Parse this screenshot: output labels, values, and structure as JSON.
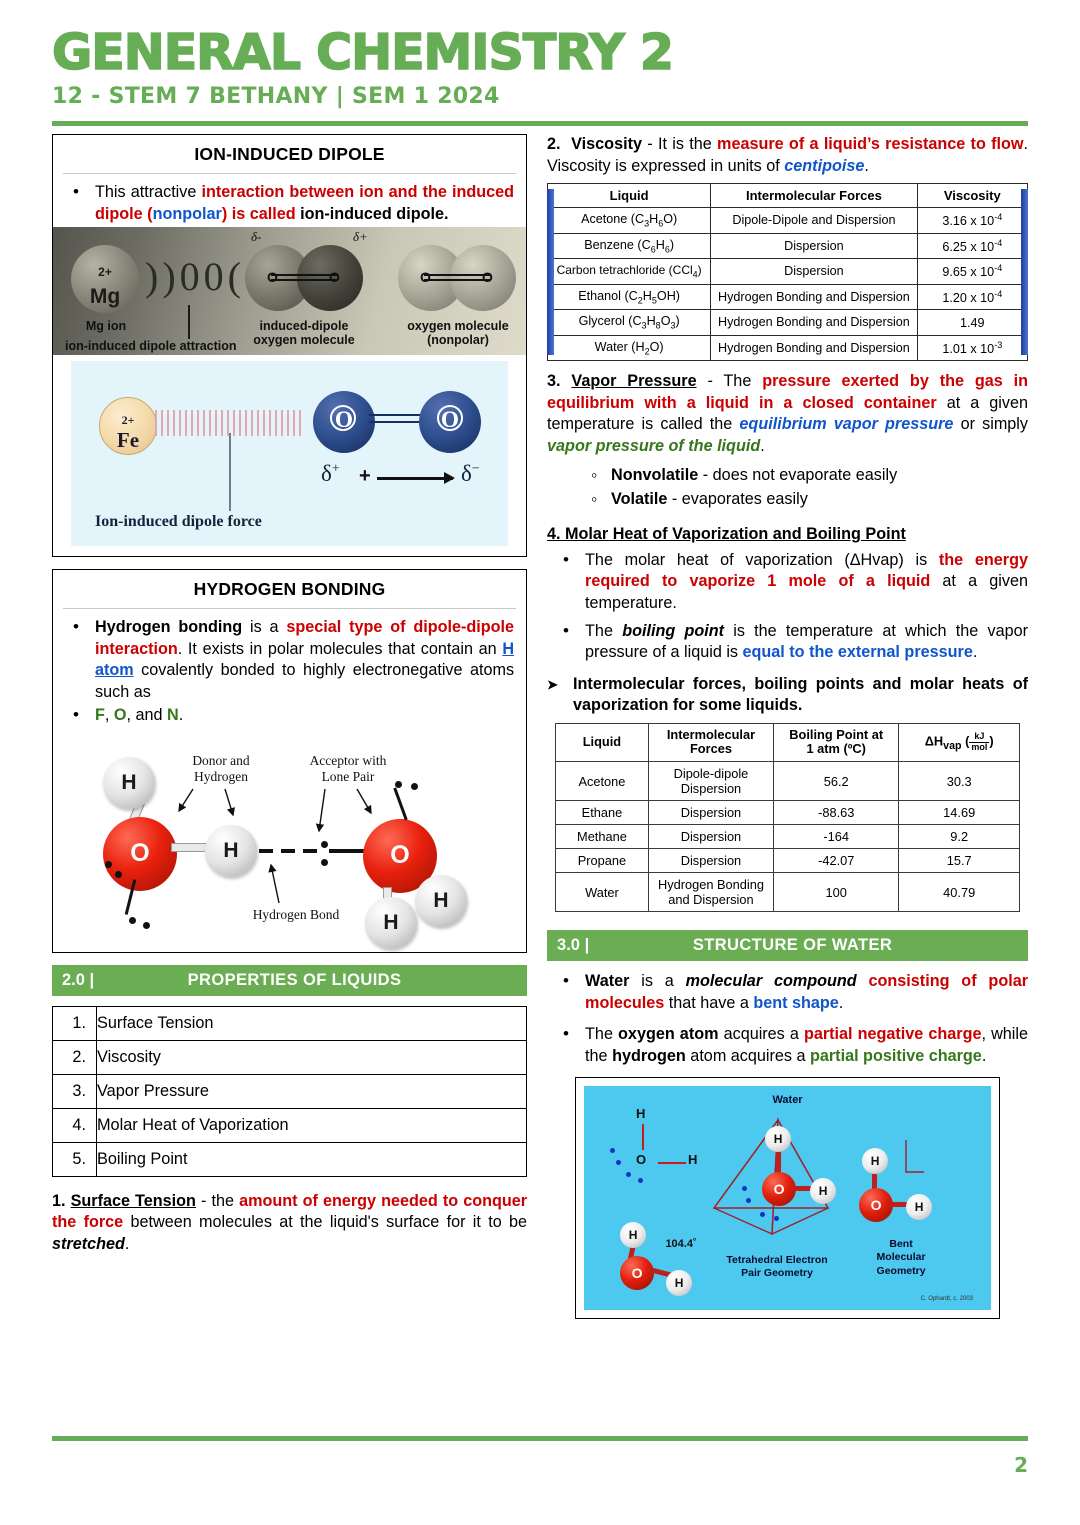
{
  "header": {
    "title": "GENERAL CHEMISTRY 2",
    "subtitle": "12 - STEM 7 BETHANY  |  SEM 1 2024",
    "accent_color": "#66AD55"
  },
  "left_column": {
    "ion_box": {
      "title": "ION-INDUCED DIPOLE",
      "bullet_parts": {
        "p1": "This attractive ",
        "p2": "interaction between ion and the induced dipole",
        "p3": " (",
        "p4": "nonpolar",
        "p5": ") is called ",
        "p6": "ion-induced dipole."
      },
      "figure_photo": {
        "ion_label": "Mg",
        "ion_charge": "2+",
        "ion_caption": "Mg ion",
        "delta_minus": "δ-",
        "delta_plus": "δ+",
        "induced_caption": "induced-dipole\noxygen molecule",
        "induced_caption_l1": "induced-dipole",
        "induced_caption_l2": "oxygen molecule",
        "nonpolar_caption_l1": "oxygen molecule",
        "nonpolar_caption_l2": "(nonpolar)",
        "attraction_caption": "ion-induced dipole attraction",
        "atom_symbol": "O"
      },
      "figure_fe": {
        "ion_label": "Fe",
        "ion_charge": "2+",
        "caption": "Ion-induced dipole force",
        "delta_plus": "δ",
        "delta_plus_sup": "+",
        "delta_minus": "δ",
        "delta_minus_sup": "−",
        "plus_sign": "+"
      }
    },
    "hbond_box": {
      "title": "HYDROGEN BONDING",
      "b1": {
        "p1": "Hydrogen bonding",
        "p2": " is a ",
        "p3": "special type of dipole-dipole interaction",
        "p4": ". It exists in polar molecules that contain an ",
        "p5": "H atom",
        "p6": " covalently bonded to highly electronegative atoms such as"
      },
      "b2": {
        "f": "F",
        "c1": ", ",
        "o": "O",
        "c2": ", and ",
        "n": "N",
        "c3": "."
      },
      "figure": {
        "donor_l1": "Donor and",
        "donor_l2": "Hydrogen",
        "acceptor_l1": "Acceptor with",
        "acceptor_l2": "Lone Pair",
        "hbond_label": "Hydrogen Bond",
        "O": "O",
        "H": "H"
      }
    },
    "section_2": {
      "number": "2.0 |",
      "name": "PROPERTIES OF LIQUIDS"
    },
    "properties": [
      {
        "n": "1.",
        "label": "Surface Tension"
      },
      {
        "n": "2.",
        "label": "Viscosity"
      },
      {
        "n": "3.",
        "label": "Vapor Pressure"
      },
      {
        "n": "4.",
        "label": "Molar Heat of Vaporization"
      },
      {
        "n": "5.",
        "label": "Boiling Point"
      }
    ],
    "surface_tension": {
      "num": "1. ",
      "term": "Surface Tension",
      "p1": " - the ",
      "p2": "amount of energy needed to conquer the force",
      "p3": " between molecules at the liquid's surface for it to be ",
      "p4": "stretched",
      "p5": "."
    }
  },
  "right_column": {
    "viscosity": {
      "num": "2.",
      "term": "Viscosity",
      "p1": " - It is the ",
      "p2": "measure of a liquid’s resistance to flow",
      "p3": ". Viscosity is expressed in units of ",
      "p4": "centipoise",
      "p5": "."
    },
    "viscosity_table": {
      "headers": [
        "Liquid",
        "Intermolecular Forces",
        "Viscosity"
      ],
      "rows": [
        {
          "liquid": "Acetone (C",
          "liquid_full": "Acetone (C3H6O)",
          "forces": "Dipole-Dipole and Dispersion",
          "viscosity_m": "3.16 x 10",
          "viscosity_e": "-4"
        },
        {
          "liquid_full": "Benzene (C6H6)",
          "forces": "Dispersion",
          "viscosity_m": "6.25 x 10",
          "viscosity_e": "-4"
        },
        {
          "liquid_full": "Carbon tetrachloride (CCl4)",
          "forces": "Dispersion",
          "viscosity_m": "9.65 x 10",
          "viscosity_e": "-4"
        },
        {
          "liquid_full": "Ethanol (C2H5OH)",
          "forces": "Hydrogen Bonding and Dispersion",
          "viscosity_m": "1.20 x 10",
          "viscosity_e": "-4"
        },
        {
          "liquid_full": "Glycerol (C3H8O3)",
          "forces": "Hydrogen Bonding and Dispersion",
          "viscosity_m": "1.49",
          "viscosity_e": ""
        },
        {
          "liquid_full": "Water (H2O)",
          "forces": "Hydrogen Bonding and Dispersion",
          "viscosity_m": "1.01 x 10",
          "viscosity_e": "-3"
        }
      ]
    },
    "vapor_pressure": {
      "num": "3. ",
      "term": "Vapor Pressure",
      "p1": " - The ",
      "p2": "pressure exerted by the gas in equilibrium with a liquid in a closed container",
      "p3": " at a given temperature is called the ",
      "p4": "equilibrium vapor pressure",
      "p5": " or simply ",
      "p6": "vapor pressure of the liquid",
      "p7": ".",
      "sub": [
        {
          "term": "Nonvolatile",
          "rest": " - does not evaporate easily"
        },
        {
          "term": "Volatile",
          "rest": " - evaporates easily"
        }
      ]
    },
    "section_4": {
      "heading": "4. Molar Heat of Vaporization and Boiling Point",
      "b1": {
        "p1": "The molar heat of vaporization  (ΔHvap) is ",
        "p2": "the energy required  to vaporize 1 mole of a liquid",
        "p3": " at a given temperature."
      },
      "b2": {
        "p1": "The ",
        "p2": "boiling point",
        "p3": " is the temperature at which the vapor pressure of a liquid is ",
        "p4": "equal to the external pressure",
        "p5": "."
      },
      "arrow_item": "Intermolecular forces, boiling points and molar heats of vaporization for some liquids."
    },
    "hvap_table": {
      "headers": [
        "Liquid",
        "Intermolecular Forces",
        "Boiling Point at 1 atm (ºC)",
        "ΔHvap"
      ],
      "header_forces_l1": "Intermolecular",
      "header_forces_l2": "Forces",
      "header_bp_l1": "Boiling Point at",
      "header_bp_l2": "1 atm (ºC)",
      "header_hvap_main": "ΔH",
      "header_hvap_sub": "vap",
      "header_hvap_num": "kJ",
      "header_hvap_den": "mol",
      "rows": [
        {
          "liquid": "Acetone",
          "forces_l1": "Dipole-dipole",
          "forces_l2": "Dispersion",
          "bp": "56.2",
          "hvap": "30.3"
        },
        {
          "liquid": "Ethane",
          "forces_l1": "Dispersion",
          "forces_l2": "",
          "bp": "-88.63",
          "hvap": "14.69"
        },
        {
          "liquid": "Methane",
          "forces_l1": "Dispersion",
          "forces_l2": "",
          "bp": "-164",
          "hvap": "9.2"
        },
        {
          "liquid": "Propane",
          "forces_l1": "Dispersion",
          "forces_l2": "",
          "bp": "-42.07",
          "hvap": "15.7"
        },
        {
          "liquid": "Water",
          "forces_l1": "Hydrogen Bonding",
          "forces_l2": "and Dispersion",
          "bp": "100",
          "hvap": "40.79"
        }
      ]
    },
    "section_3": {
      "number": "3.0 |",
      "name": "STRUCTURE OF WATER"
    },
    "water_bullets": {
      "b1": {
        "p1": "Water",
        "p2": " is a ",
        "p3": "molecular compound",
        "p4": " consisting of polar molecules",
        "p5": " that have a ",
        "p6": "bent shape",
        "p7": "."
      },
      "b2": {
        "p1": "The ",
        "p2": "oxygen atom",
        "p3": " acquires a ",
        "p4": "partial negative charge",
        "p5": ", while the ",
        "p6": "hydrogen",
        "p7": " atom acquires a ",
        "p8": "partial positive charge",
        "p9": "."
      }
    },
    "water_figure": {
      "title": "Water",
      "angle": "104.4˚",
      "tetra_l1": "Tetrahedral Electron",
      "tetra_l2": "Pair Geometry",
      "bent_l1": "Bent",
      "bent_l2": "Molecular",
      "bent_l3": "Geometry",
      "credit": "C. Ophardt, c. 2003",
      "O": "O",
      "H": "H"
    }
  },
  "footer": {
    "page_number": "2"
  }
}
